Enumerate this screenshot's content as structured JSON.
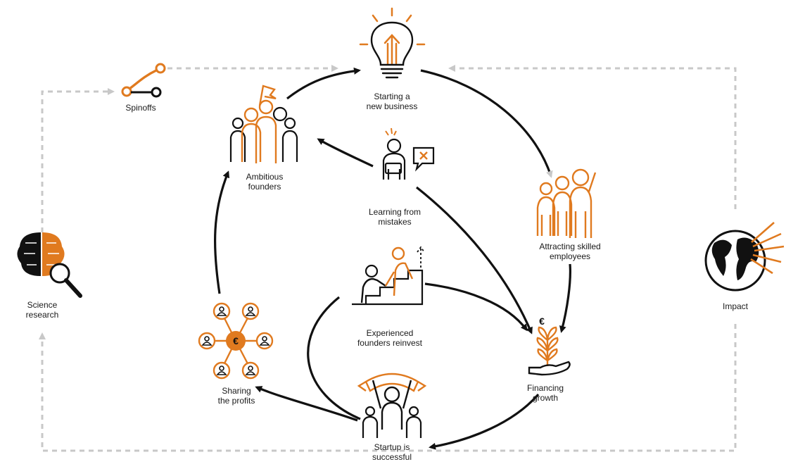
{
  "colors": {
    "accent": "#e07a1f",
    "ink": "#111111",
    "dash": "#c8c8c8"
  },
  "nodes": {
    "starting_business": {
      "icon": "lightbulb-icon",
      "lines": [
        "Starting a",
        "new business"
      ]
    },
    "attracting_employees": {
      "icon": "employees-icon",
      "lines": [
        "Attracting skilled",
        "employees"
      ]
    },
    "financing_growth": {
      "icon": "plant-money-icon",
      "lines": [
        "Financing",
        "growth"
      ]
    },
    "startup_successful": {
      "icon": "trophy-people-icon",
      "lines": [
        "Startup is",
        "successful"
      ]
    },
    "sharing_profits": {
      "icon": "network-euro-icon",
      "lines": [
        "Sharing",
        "the profits"
      ]
    },
    "ambitious_founders": {
      "icon": "founders-flag-icon",
      "lines": [
        "Ambitious",
        "founders"
      ]
    },
    "learning_mistakes": {
      "icon": "learning-icon",
      "lines": [
        "Learning from",
        "mistakes"
      ]
    },
    "experienced_founders": {
      "icon": "stairs-help-icon",
      "lines": [
        "Experienced",
        "founders reinvest"
      ]
    },
    "spinoffs": {
      "icon": "spinoff-icon",
      "lines": [
        "Spinoffs"
      ]
    },
    "science_research": {
      "icon": "brain-magnifier-icon",
      "lines": [
        "Science",
        "research"
      ]
    },
    "impact": {
      "icon": "globe-icon",
      "lines": [
        "Impact"
      ]
    }
  }
}
